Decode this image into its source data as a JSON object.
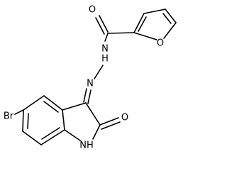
{
  "molecule": {
    "atoms": {
      "carbonyl_oxygen": "O",
      "furan_oxygen": "O",
      "hydrazide_n1": "N",
      "hydrazide_n1_h": "H",
      "hydrazide_n2": "N",
      "lactam_oxygen": "O",
      "bromine": "Br",
      "ring_nh": "NH"
    }
  }
}
